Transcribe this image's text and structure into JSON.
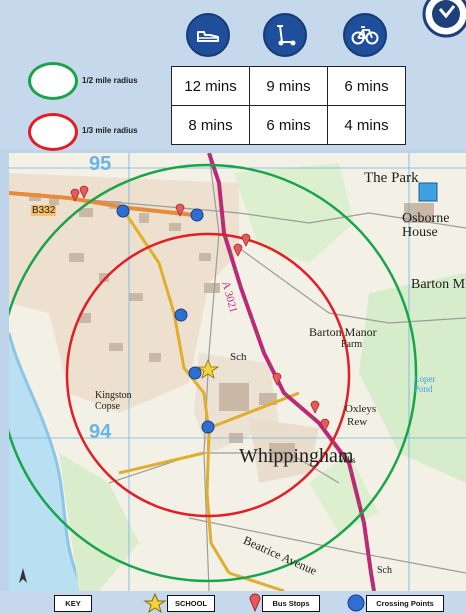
{
  "header": {
    "modes": [
      {
        "icon": "walking-shoe-icon"
      },
      {
        "icon": "scooter-icon"
      },
      {
        "icon": "bicycle-icon"
      }
    ],
    "legend": [
      {
        "label": "1/2 mile radius",
        "color": "#18a54a"
      },
      {
        "label": "1/3 mile radius",
        "color": "#e31d25"
      }
    ],
    "times": [
      [
        "12 mins",
        "9 mins",
        "6 mins"
      ],
      [
        "8 mins",
        "6 mins",
        "4 mins"
      ]
    ]
  },
  "map": {
    "labels": {
      "the_park": "The Park",
      "osborne_house": "Osborne\nHouse",
      "barton": "Barton M",
      "barton_manor": "Barton Manor",
      "farm": "Farm",
      "sch": "Sch",
      "kingston_copse": "Kingston\nCopse",
      "oxleys": "Oxleys",
      "rew": "Rew",
      "whippingham": "Whippingham",
      "beatrice_avenue": "Beatrice Avenue",
      "road_a3021": "A 3021",
      "road_b3321": "B332",
      "grid_95": "95",
      "grid_94": "94",
      "sch_bottom": "Sch",
      "loper_pond": "Loper\nPond",
      "wks": "Wks"
    },
    "colors": {
      "half_mile_circle": "#18a54a",
      "third_mile_circle": "#e31d25",
      "main_road": "#c4237a",
      "route": "#e1ad2d",
      "crossing": "#2f6fd2",
      "bus_stop": "#e55a5a"
    }
  },
  "key": {
    "title": "KEY",
    "school": "SCHOOL",
    "bus_stops": "Bus Stops",
    "crossing_points": "Crossing Points"
  }
}
